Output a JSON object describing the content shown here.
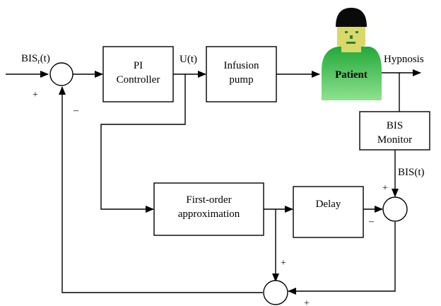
{
  "inputs": {
    "reference_main": "BIS",
    "reference_sub": "r",
    "reference_suffix": "(t)"
  },
  "blocks": {
    "pi_controller": [
      "PI",
      "Controller"
    ],
    "infusion_pump": [
      "Infusion",
      "pump"
    ],
    "bis_monitor": [
      "BIS",
      "Monitor"
    ],
    "first_order": [
      "First-order",
      "approximation"
    ],
    "delay": "Delay",
    "patient": "Patient"
  },
  "signals": {
    "control": "U(t)",
    "hypnosis": "Hypnosis",
    "bis_measured": "BIS(t)"
  },
  "signs": {
    "sum1_plus": "+",
    "sum1_minus": "–",
    "sum2_plus": "+",
    "sum2_minus": "–",
    "sum3_plus_top": "+",
    "sum3_plus_right": "+"
  },
  "colors": {
    "patient_body_top": "#22a83a",
    "patient_body_bottom": "#8fe28f",
    "patient_head": "#d9d86a",
    "patient_hair": "#0a0a0a",
    "patient_features": "#2f7d3f",
    "stroke": "#000000"
  }
}
